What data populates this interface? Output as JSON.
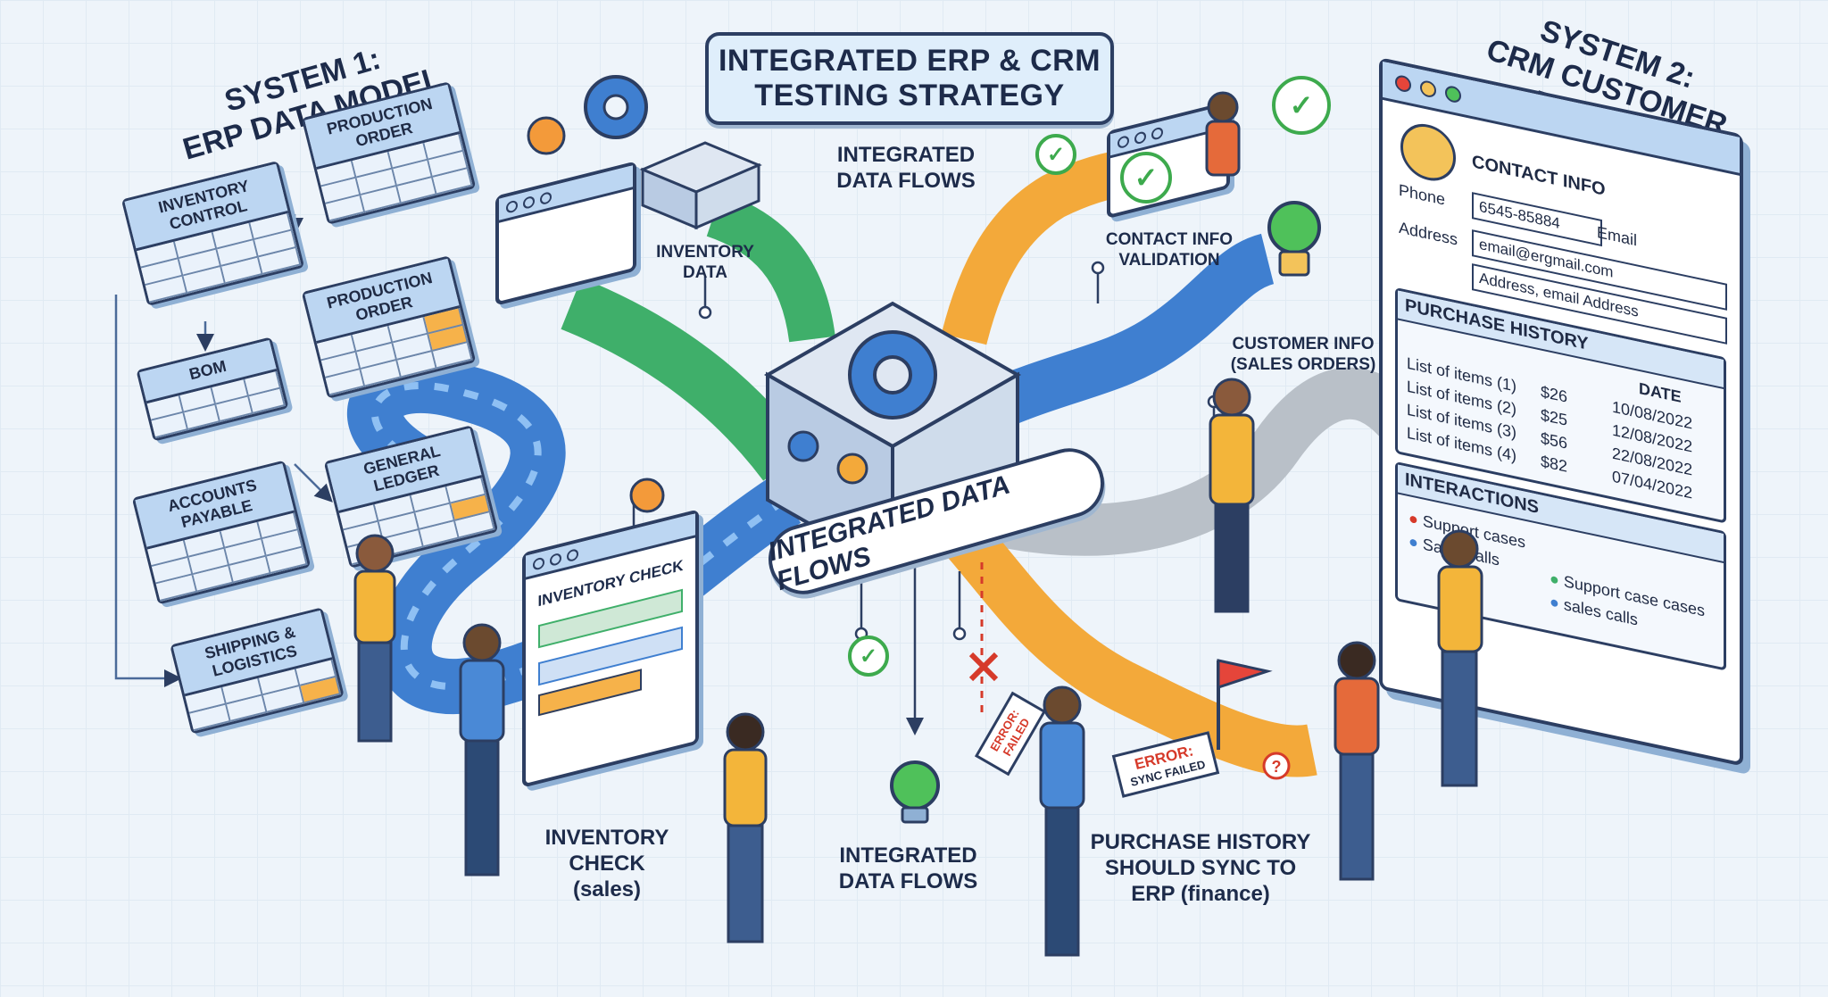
{
  "title": {
    "line1": "INTEGRATED ERP & CRM",
    "line2": "TESTING STRATEGY"
  },
  "system1": {
    "line1": "SYSTEM 1:",
    "line2": "ERP DATA MODEL"
  },
  "system2": {
    "line1": "SYSTEM 2:",
    "line2": "CRM CUSTOMER PROFILE"
  },
  "erp_tables": {
    "production_order_a": "PRODUCTION ORDER",
    "inventory_control": "INVENTORY CONTROL",
    "production_order_b": "PRODUCTION ORDER",
    "bom": "BOM",
    "general_ledger": "GENERAL LEDGER",
    "accounts_payable": "ACCOUNTS PAYABLE",
    "shipping_logistics": "SHIPPING & LOGISTICS"
  },
  "hub_label": "INTEGRATED DATA FLOWS",
  "labels": {
    "integrated_top": "INTEGRATED DATA FLOWS",
    "inventory_data": "INVENTORY DATA",
    "contact_info_validation": "CONTACT INFO VALIDATION",
    "customer_info": "CUSTOMER INFO (SALES ORDERS)",
    "inventory_check_sales": "INVENTORY CHECK (sales)",
    "integrated_bottom": "INTEGRATED DATA FLOWS",
    "purchase_history_sync": "PURCHASE HISTORY SHOULD SYNC TO ERP (finance)"
  },
  "inventory_check_screen": "INVENTORY CHECK",
  "errors": {
    "tablet": "ERROR: FAILED",
    "sign_line1": "ERROR:",
    "sign_line2": "SYNC FAILED"
  },
  "crm": {
    "contact_info_header": "CONTACT INFO",
    "phone_label": "Phone",
    "phone_value": "6545-85884",
    "email_label": "Email",
    "email_value": "email@ergmail.com",
    "address_label": "Address",
    "address_value": "Address, email Address",
    "purchase_history_header": "PURCHASE HISTORY",
    "date_header": "DATE",
    "purchases": [
      {
        "item": "List of items (1)",
        "amount": "$26",
        "date": "10/08/2022"
      },
      {
        "item": "List of items (2)",
        "amount": "$25",
        "date": "12/08/2022"
      },
      {
        "item": "List of items (3)",
        "amount": "$56",
        "date": "22/08/2022"
      },
      {
        "item": "List of items (4)",
        "amount": "$82",
        "date": "07/04/2022"
      }
    ],
    "interactions_header": "INTERACTIONS",
    "interactions_left": [
      "Support cases",
      "Sales calls"
    ],
    "interactions_right": [
      "Support case cases",
      "sales calls"
    ]
  },
  "colors": {
    "navy": "#2c3e62",
    "flow_blue": "#3f7fd0",
    "flow_green": "#3faf6a",
    "flow_orange": "#f3a93a",
    "flow_gray": "#b9c0c8",
    "success": "#3daa4d",
    "error": "#d63a2a"
  }
}
